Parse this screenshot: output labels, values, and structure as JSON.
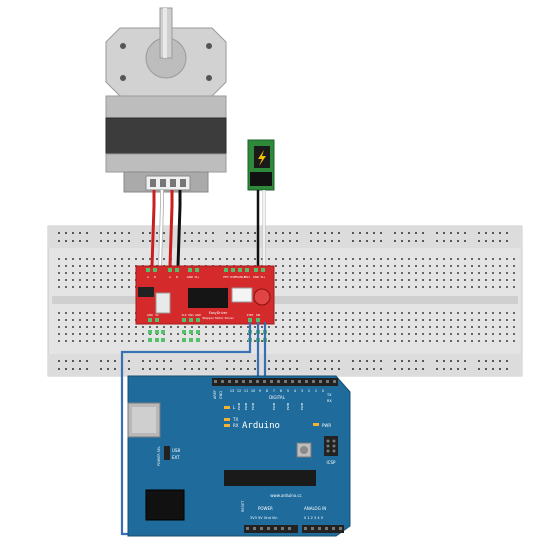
{
  "arduino": {
    "brand": "Arduino",
    "url": "www.arduino.cc",
    "digital_label": "DIGITAL",
    "aref_label": "AREF",
    "gnd_label": "GND",
    "digital_pins": [
      "13",
      "12",
      "11",
      "10",
      "9",
      "8",
      "7",
      "6",
      "5",
      "4",
      "3",
      "2",
      "1",
      "0"
    ],
    "pwm_marks": [
      "PWM",
      "PWM",
      "PWM",
      "PWM",
      "PWM",
      "PWM"
    ],
    "tx_pin_label": "TX",
    "rx_pin_label": "RX",
    "led_l": "L",
    "led_tx": "TX",
    "led_rx": "RX",
    "pwr_led": "PWR",
    "power_select": "POWER SEL",
    "usb_label": "USB",
    "ext_label": "EXT",
    "icsp_label": "ICSP",
    "reset_label": "RESET",
    "power_header": "POWER",
    "power_pins": "3V3 5V Gnd Vin",
    "analog_header": "ANALOG IN",
    "analog_pins": "0 1 2 3 4 5",
    "body_color": "#1f6c9c"
  },
  "driver": {
    "title": "EasyDriver",
    "subtitle": "Stepper Motor Driver",
    "pin_labels_top": [
      "A",
      "B",
      "A",
      "B",
      "GND",
      "M+",
      "PFD",
      "RST",
      "ENABLE",
      "MS2",
      "GND",
      "M+"
    ],
    "pin_labels_bottom": [
      "GND",
      "5V",
      "SLP",
      "MS1",
      "GND",
      "STEP",
      "DIR"
    ],
    "body_color": "#d42a2c"
  },
  "wires": {
    "motor_colors": [
      "#cc1e1e",
      "#ffffff",
      "#cc1e1e",
      "#111111"
    ],
    "power_colors": [
      "#111111",
      "#ffffff"
    ],
    "signal_color": "#3a6fb6"
  },
  "icons": {
    "stepper_motor": "stepper-motor-icon",
    "dc_jack": "dc-power-jack-icon",
    "lightning": "lightning-bolt-icon",
    "breadboard": "breadboard-icon"
  }
}
